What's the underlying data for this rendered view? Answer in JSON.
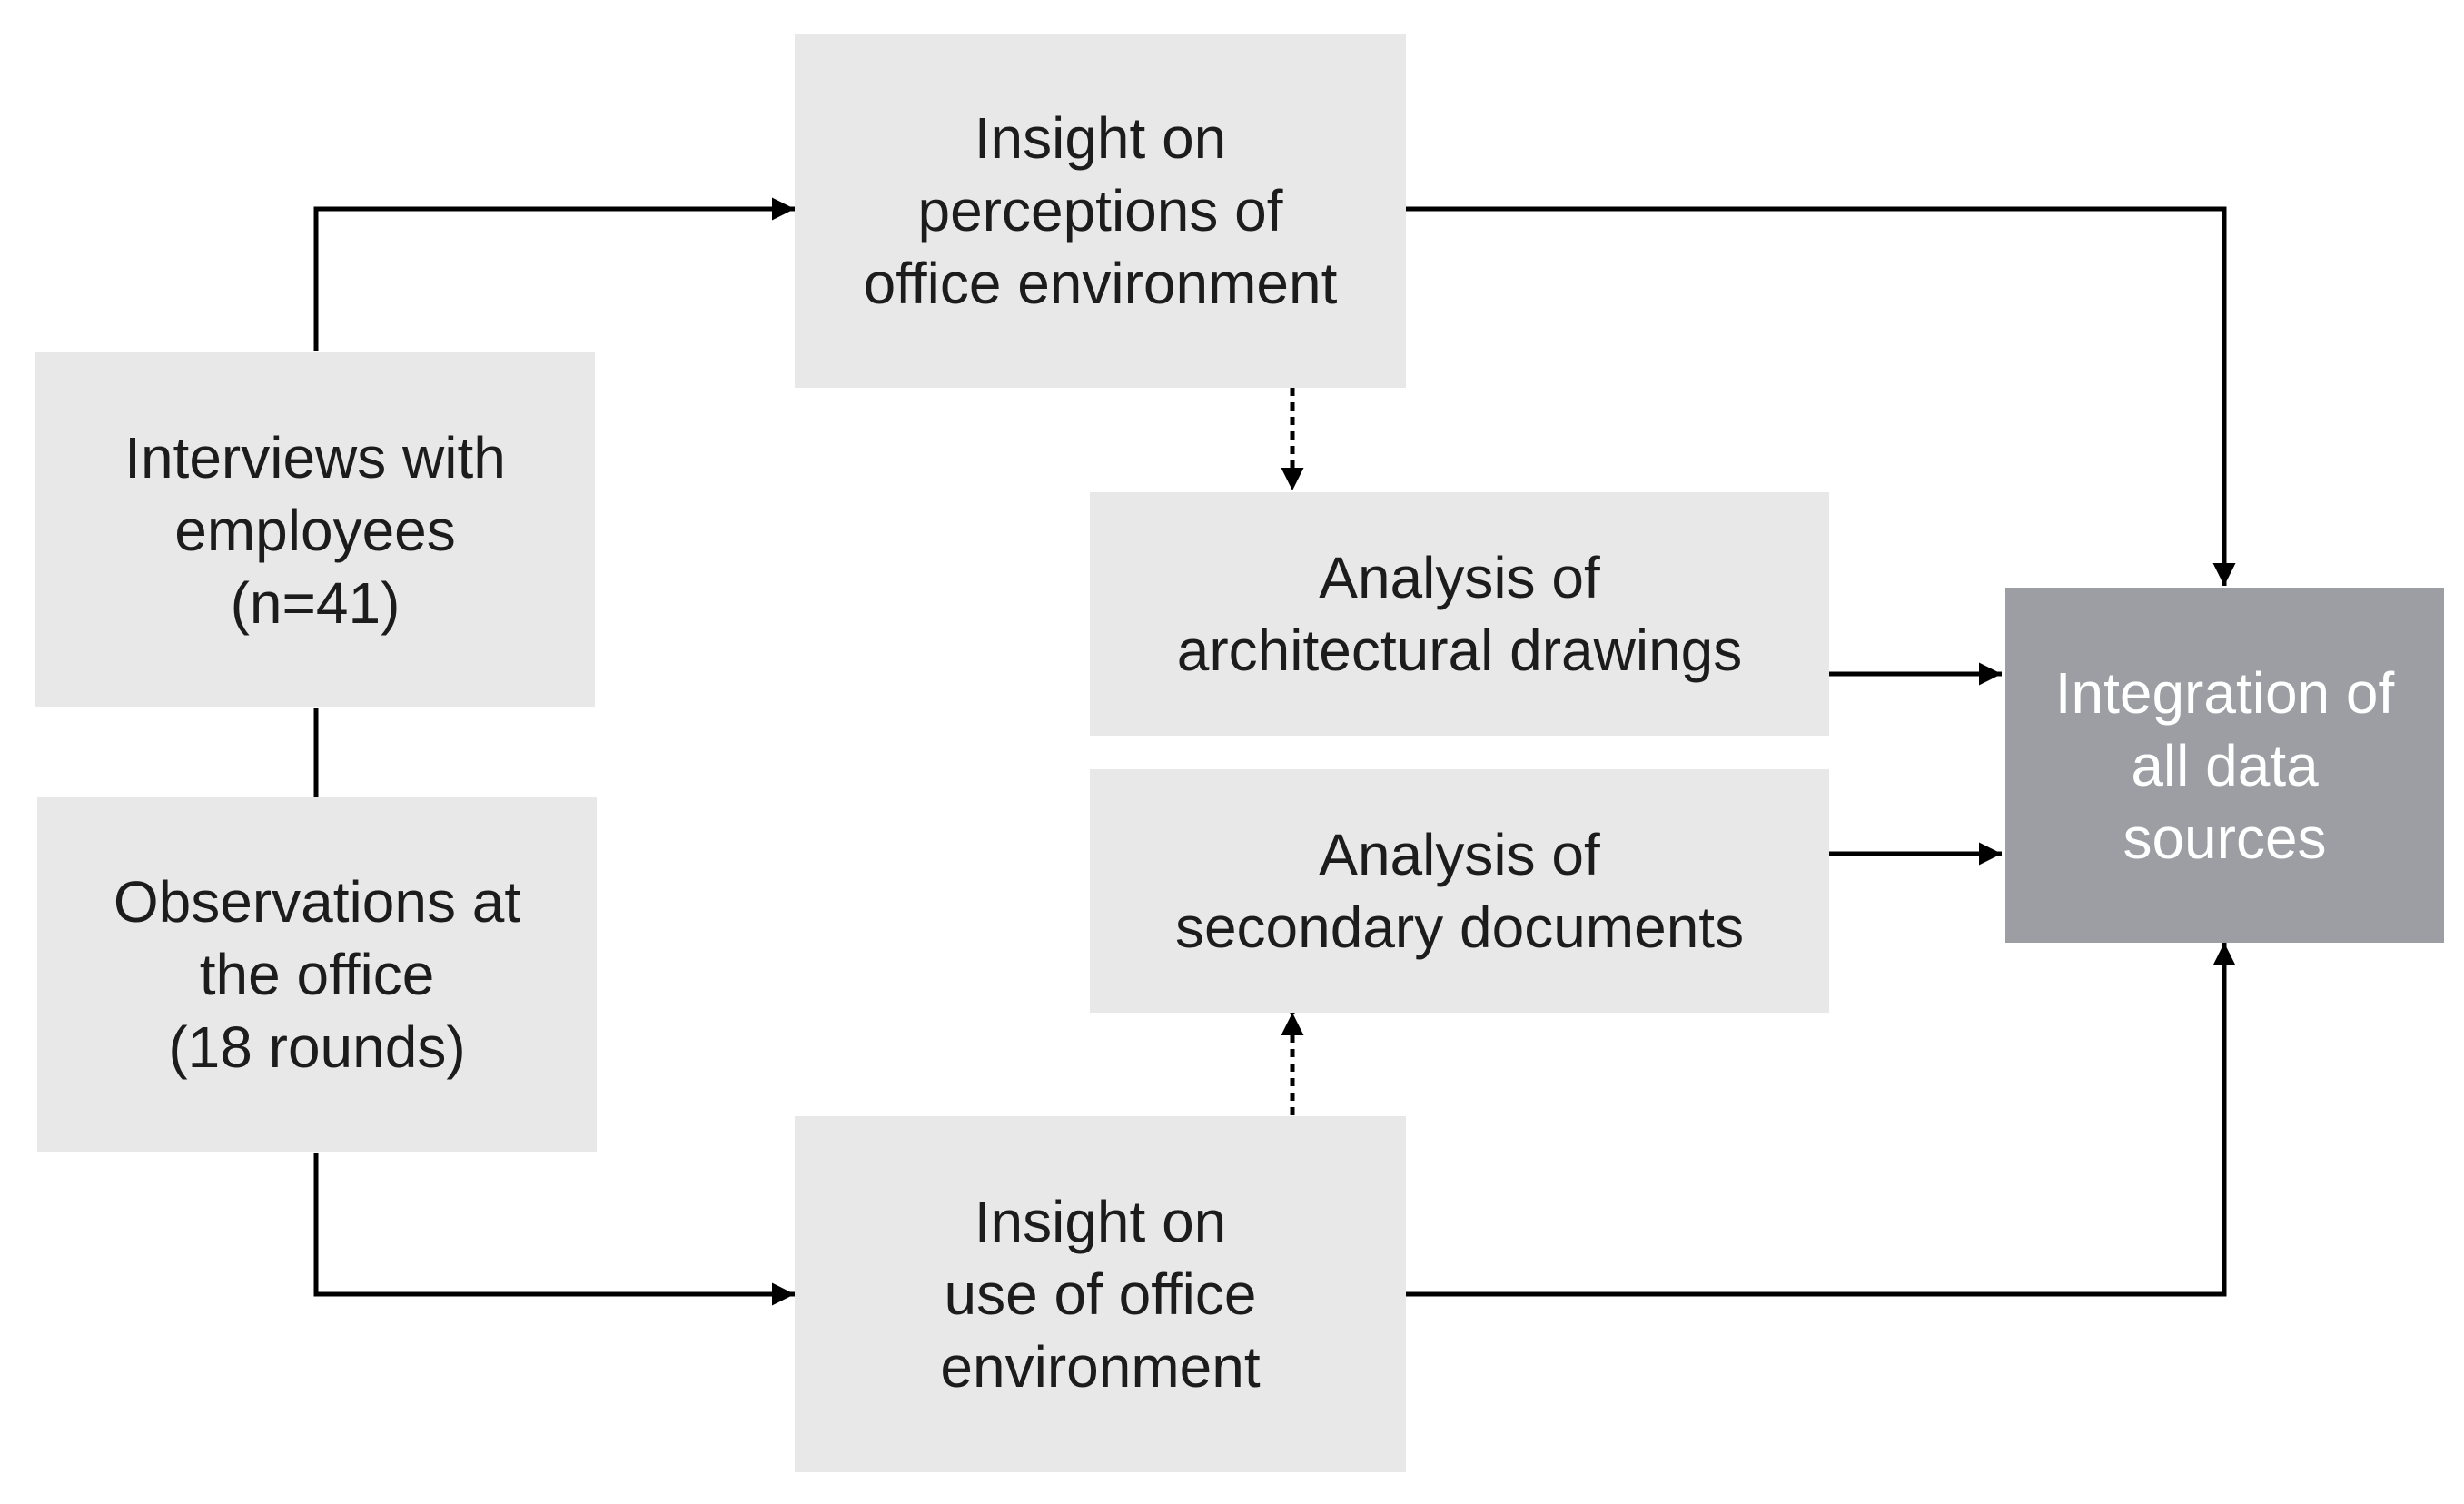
{
  "nodes": {
    "interviews": {
      "lines": [
        "Interviews with",
        "employees",
        "(n=41)"
      ]
    },
    "observations": {
      "lines": [
        "Observations at",
        "the office",
        "(18 rounds)"
      ]
    },
    "insight_perceptions": {
      "lines": [
        "Insight on",
        "perceptions of",
        "office environment"
      ]
    },
    "analysis_drawings": {
      "lines": [
        "Analysis of",
        "architectural drawings"
      ]
    },
    "analysis_documents": {
      "lines": [
        "Analysis of",
        "secondary documents"
      ]
    },
    "insight_use": {
      "lines": [
        "Insight on",
        "use of office",
        "environment"
      ]
    },
    "integration": {
      "lines": [
        "Integration of",
        "all data",
        "sources"
      ]
    }
  },
  "edges": [
    {
      "from": "interviews",
      "to": "insight_perceptions",
      "style": "solid"
    },
    {
      "from": "interviews",
      "to": "observations",
      "style": "solid",
      "arrow": false
    },
    {
      "from": "observations",
      "to": "insight_use",
      "style": "solid"
    },
    {
      "from": "insight_perceptions",
      "to": "analysis_drawings",
      "style": "dotted"
    },
    {
      "from": "insight_use",
      "to": "analysis_documents",
      "style": "dotted"
    },
    {
      "from": "insight_perceptions",
      "to": "integration",
      "style": "solid"
    },
    {
      "from": "analysis_drawings",
      "to": "integration",
      "style": "solid"
    },
    {
      "from": "analysis_documents",
      "to": "integration",
      "style": "solid"
    },
    {
      "from": "insight_use",
      "to": "integration",
      "style": "solid"
    }
  ],
  "colors": {
    "box_fill": "#e8e8e8",
    "integration_fill": "#9c9ea3",
    "line": "#000000",
    "text": "#1c1c1c"
  }
}
